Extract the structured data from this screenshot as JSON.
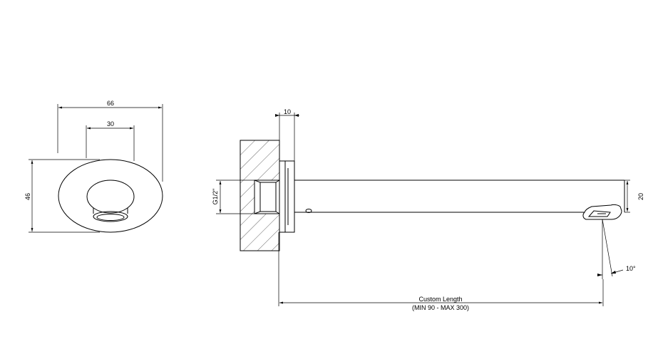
{
  "front_view": {
    "width_outer": "66",
    "width_inner": "30",
    "height": "46"
  },
  "side_view": {
    "flange_thickness": "10",
    "thread": "G1/2\"",
    "spout_height": "20",
    "angle": "10°",
    "length_label": "Custom Length",
    "length_range": "(MIN 90 - MAX 300)"
  }
}
